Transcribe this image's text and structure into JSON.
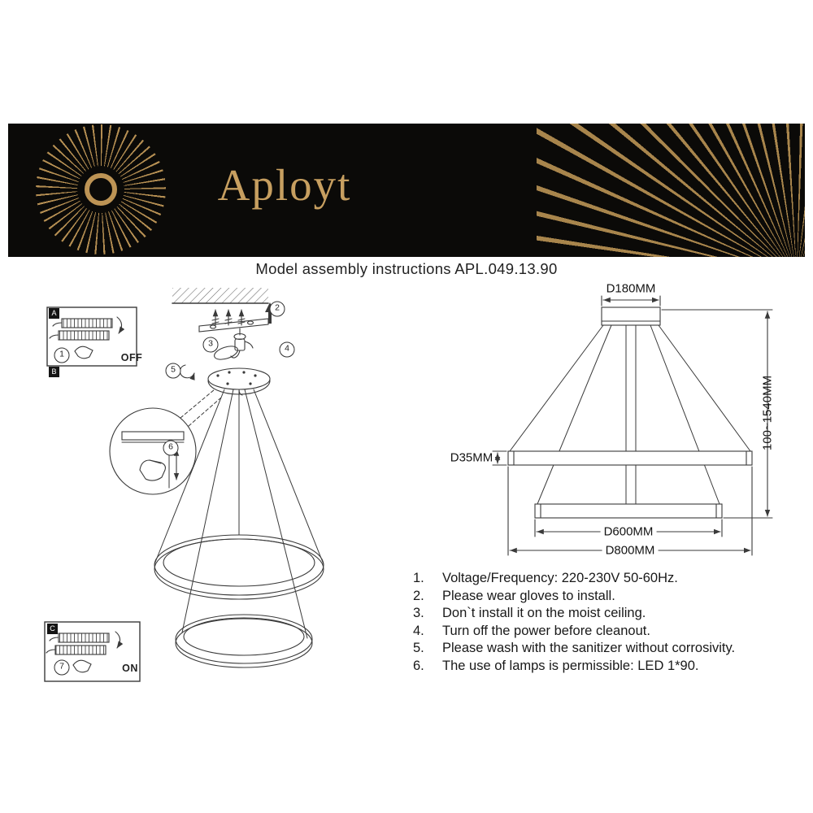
{
  "banner": {
    "brand": "Aployt"
  },
  "title": "Model assembly instructions APL.049.13.90",
  "left_diagram": {
    "steps": [
      "1",
      "2",
      "3",
      "4",
      "5",
      "6",
      "7"
    ],
    "markers": {
      "a": "A",
      "b": "B",
      "c": "C"
    },
    "switch_off": "OFF",
    "switch_on": "ON"
  },
  "dimension_diagram": {
    "top_diameter": "D180MM",
    "height_range": "100~1540MM",
    "ring_profile": "D35MM",
    "inner_ring": "D600MM",
    "outer_ring": "D800MM"
  },
  "instructions": [
    {
      "num": "1.",
      "text": "Voltage/Frequency: 220-230V 50-60Hz."
    },
    {
      "num": "2.",
      "text": "Please wear gloves to install."
    },
    {
      "num": "3.",
      "text": "Don`t install it on the moist ceiling."
    },
    {
      "num": "4.",
      "text": "Turn off the power before cleanout."
    },
    {
      "num": "5.",
      "text": "Please wash with the sanitizer without corrosivity."
    },
    {
      "num": "6.",
      "text": "The use of lamps is permissible: LED 1*90."
    }
  ],
  "colors": {
    "gold": "#c79f60",
    "banner_bg": "#0b0a08",
    "line": "#3a3a3a"
  }
}
